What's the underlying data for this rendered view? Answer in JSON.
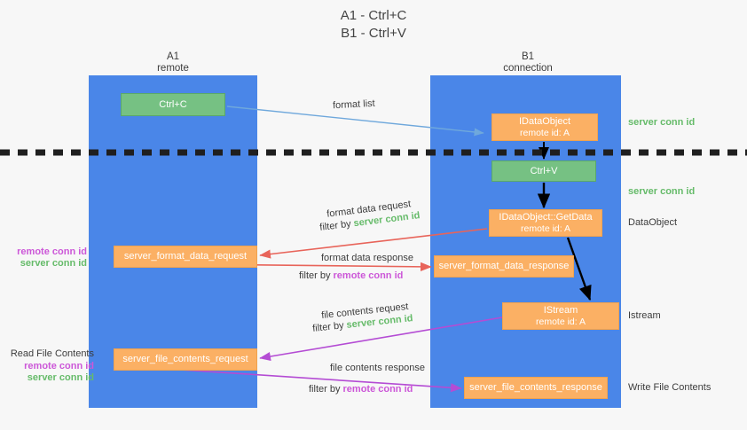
{
  "title": {
    "line1": "A1 - Ctrl+C",
    "line2": "B1 - Ctrl+V"
  },
  "lanes": [
    {
      "name": "A1",
      "subtitle": "remote",
      "color": "#4a86e8"
    },
    {
      "name": "B1",
      "subtitle": "connection",
      "color": "#4a86e8"
    }
  ],
  "nodes": {
    "ctrl_c": {
      "label": "Ctrl+C",
      "color": "#76c183"
    },
    "idataobject": {
      "label": "IDataObject",
      "sublabel": "remote id: A",
      "color": "#fbb064"
    },
    "ctrl_v": {
      "label": "Ctrl+V",
      "color": "#76c183"
    },
    "getdata": {
      "label": "IDataObject::GetData",
      "sublabel": "remote id: A",
      "color": "#fbb064"
    },
    "format_data_request": {
      "label": "server_format_data_request",
      "color": "#fbb064"
    },
    "format_data_response": {
      "label": "server_format_data_response",
      "color": "#fbb064"
    },
    "istream": {
      "label": "IStream",
      "sublabel": "remote id: A",
      "color": "#fbb064"
    },
    "file_contents_request": {
      "label": "server_file_contents_request",
      "color": "#fbb064"
    },
    "file_contents_response": {
      "label": "server_file_contents_response",
      "color": "#fbb064"
    }
  },
  "edges": {
    "format_list": "format list",
    "format_data_request": "format data request",
    "format_data_request_filter_prefix": "filter by ",
    "format_data_request_filter_value": "server conn id",
    "format_data_response": "format data response",
    "format_data_response_filter_prefix": "filter by ",
    "format_data_response_filter_value": "remote conn id",
    "file_contents_request": "file contents request",
    "file_contents_request_filter_prefix": "filter by ",
    "file_contents_request_filter_value": "server conn id",
    "file_contents_response": "file contents response",
    "file_contents_response_filter_prefix": "filter by ",
    "file_contents_response_filter_value": "remote conn id"
  },
  "annotations": {
    "right": {
      "server_conn_id_top": "server conn id",
      "server_conn_id_mid": "server conn id",
      "dataobject": "DataObject",
      "istream": "Istream",
      "write_file_contents": "Write File Contents"
    },
    "left": {
      "remote_conn_id_1": "remote conn id",
      "server_conn_id_1": "server conn id",
      "read_file_contents": "Read File Contents",
      "remote_conn_id_2": "remote conn id",
      "server_conn_id_2": "server conn id"
    }
  },
  "colors": {
    "lane": "#4a86e8",
    "green_node": "#76c183",
    "orange_node": "#fbb064",
    "green_text": "#66bb6a",
    "magenta_text": "#cc57d8",
    "red_arrow": "#e8645a",
    "blue_arrow": "#6fa8dc",
    "purple_arrow": "#b44cd4",
    "black_arrow": "#000000",
    "divider": "#1f1f1f",
    "background": "#f7f7f7"
  }
}
